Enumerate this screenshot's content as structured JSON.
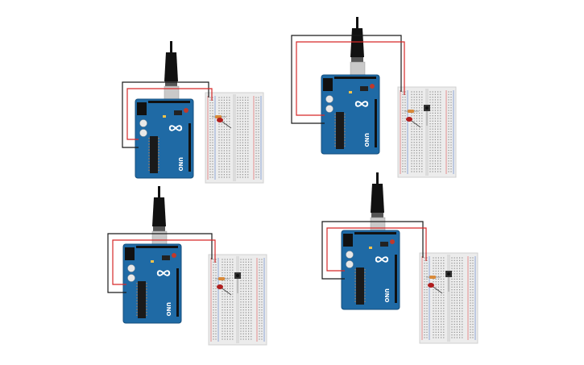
{
  "circuits": [
    {
      "id": "c1",
      "board_label": "UNO",
      "has_button": false
    },
    {
      "id": "c2",
      "board_label": "UNO",
      "has_button": true
    },
    {
      "id": "c3",
      "board_label": "UNO",
      "has_button": true
    },
    {
      "id": "c4",
      "board_label": "UNO",
      "has_button": true
    }
  ],
  "colors": {
    "board": "#1f6aa5",
    "board_dark": "#154f7d",
    "chip": "#1a1a1a",
    "usb_metal": "#c9c9c9",
    "cable": "#111111",
    "wire_red": "#d62828",
    "wire_black": "#1a1a1a",
    "breadboard": "#ececec",
    "breadboard_hole": "#8c8c8c",
    "rail_red": "#e05050",
    "rail_blue": "#5078c8",
    "led": "#b01e1e",
    "resistor": "#d98a3a",
    "button": "#333333"
  }
}
